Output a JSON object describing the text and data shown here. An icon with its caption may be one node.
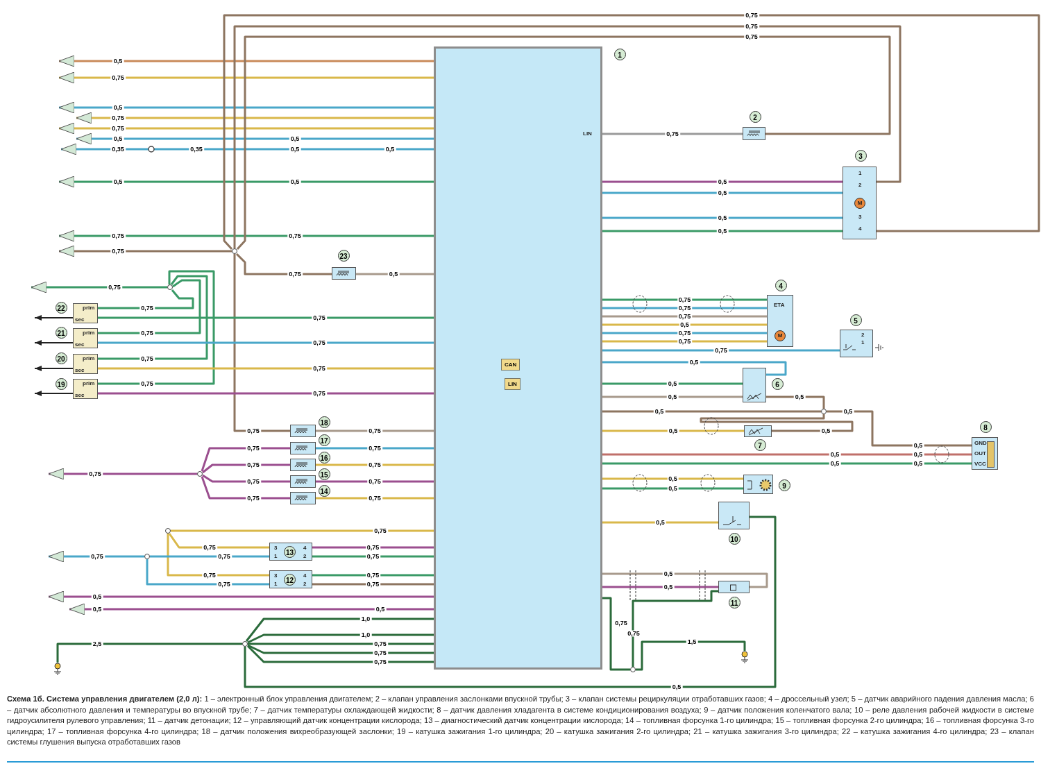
{
  "diagram": {
    "caption": "**Схема 1б. Система управления двигателем (2,0 л):** 1 – электронный блок управления двигателем; 2 – клапан управления заслонками впускной трубы; 3 – клапан системы рециркуляции отработавших газов; 4 – дроссельный узел; 5 – датчик аварийного падения давления масла; 6 – датчик абсолютного давления и температуры во впускной трубе; 7 – датчик температуры охлаждающей жидкости; 8 – датчик давления хладагента в системе кондиционирования воздуха; 9 – датчик положения коленчатого вала; 10 – реле давления рабочей жидкости в системе гидроусилителя рулевого управления; 11 – датчик детонации; 12 – управляющий датчик концентрации кислорода; 13 – диагностический датчик концентрации кислорода; 14 – топливная форсунка 1-го цилиндра; 15 – топливная форсунка 2-го цилиндра; 16 – топливная форсунка 3-го цилиндра; 17 – топливная форсунка 4-го цилиндра; 18 – датчик положения вихреобразующей заслонки; 19 – катушка зажигания 1-го цилиндра; 20 – катушка зажигания 2-го цилиндра; 21 – катушка зажигания 3-го цилиндра; 22 – катушка зажигания 4-го цилиндра; 23 – клапан системы глушения выпуска отработавших газов",
    "nodes": [
      {
        "text": [
          "LIN"
        ],
        "beside": [
          "1"
        ]
      },
      {
        "text": [
          "CAN"
        ],
        "in": 0
      },
      {
        "text": [
          "LIN"
        ],
        "in": 0
      },
      {
        "text": [],
        "shape": "box",
        "beside": [
          "2"
        ]
      },
      {
        "text": [
          "1",
          "2",
          "M",
          "3",
          "4"
        ],
        "beside": [
          "3"
        ]
      },
      {
        "text": [
          "ETA",
          "M"
        ],
        "beside": [
          "4"
        ]
      },
      {
        "text": [
          "2",
          "1"
        ],
        "beside": [
          "5"
        ]
      },
      {
        "text": [],
        "shape": "box",
        "beside": [
          "6"
        ]
      },
      {
        "text": [],
        "shape": "box",
        "beside": [
          "7"
        ]
      },
      {
        "text": [
          "GND",
          "OUT",
          "VCC"
        ],
        "beside": [
          "8"
        ]
      },
      {
        "text": [],
        "shape": "box",
        "beside": [
          "9"
        ]
      },
      {
        "text": [],
        "shape": "box",
        "beside": [
          "10"
        ]
      },
      {
        "text": [],
        "shape": "box",
        "beside": [
          "11"
        ]
      },
      {
        "text": [
          "3",
          "1",
          "12",
          "4",
          "2"
        ]
      },
      {
        "text": [
          "3",
          "1",
          "13",
          "4",
          "2"
        ]
      },
      {
        "text": [],
        "shape": "box",
        "beside": [
          "14"
        ]
      },
      {
        "text": [],
        "shape": "box",
        "beside": [
          "15"
        ]
      },
      {
        "text": [],
        "shape": "box",
        "beside": [
          "16"
        ]
      },
      {
        "text": [],
        "shape": "box",
        "beside": [
          "17"
        ]
      },
      {
        "text": [],
        "shape": "box",
        "beside": [
          "18"
        ]
      },
      {
        "text": [
          "prim",
          "sec"
        ],
        "beside": [
          "19"
        ]
      },
      {
        "text": [
          "prim",
          "sec"
        ],
        "beside": [
          "20"
        ]
      },
      {
        "text": [
          "prim",
          "sec"
        ],
        "beside": [
          "21"
        ]
      },
      {
        "text": [
          "prim",
          "sec"
        ],
        "beside": [
          "22"
        ]
      },
      {
        "text": [],
        "shape": "box",
        "beside": [
          "23"
        ]
      },
      {
        "text": [],
        "shape": "circle"
      },
      {
        "text": [],
        "shape": "circle"
      },
      {
        "text": [],
        "shape": "circle"
      },
      {
        "text": [],
        "shape": "circle"
      },
      {
        "text": [],
        "shape": "circle"
      },
      {
        "text": [],
        "shape": "circle"
      },
      {
        "text": [],
        "shape": "circle"
      },
      {
        "text": [],
        "shape": "circle"
      },
      {
        "text": [],
        "shape": "ground"
      },
      {
        "text": [],
        "shape": "ground"
      }
    ],
    "edges": [
      {
        "from": 0,
        "to": null,
        "arrow": "to",
        "label": "0,5",
        "color": "#c98a5a"
      },
      {
        "from": 0,
        "to": null,
        "arrow": "to",
        "label": "0,75",
        "color": "#d9b84a"
      },
      {
        "from": 0,
        "to": null,
        "arrow": "to",
        "label": "0,5",
        "color": "#4aa7c9"
      },
      {
        "from": 0,
        "to": null,
        "arrow": "to",
        "label": "0,75",
        "color": "#d9b84a"
      },
      {
        "from": 0,
        "to": null,
        "arrow": "to",
        "label": "0,75",
        "color": "#d9b84a"
      },
      {
        "from": 0,
        "to": null,
        "arrow": "to",
        "label": "0,5",
        "color": "#4aa7c9"
      },
      {
        "from": 0,
        "to": null,
        "arrow": "to",
        "label": "0,35",
        "color": "#4aa7c9"
      },
      {
        "from": 0,
        "to": null,
        "arrow": "to",
        "label": "0,5",
        "color": "#3a9a67"
      },
      {
        "from": 0,
        "to": null,
        "arrow": "to",
        "label": "0,75",
        "color": "#3a9a67"
      },
      {
        "from": 25,
        "to": null,
        "arrow": "to",
        "label": "0,75"
      },
      {
        "from": 25,
        "to": 3,
        "arrow": "none",
        "label": "0,75"
      },
      {
        "from": 25,
        "to": 4,
        "arrow": "none",
        "label": "0,75"
      },
      {
        "from": 25,
        "to": 4,
        "arrow": "none",
        "label": "0,75"
      },
      {
        "from": 25,
        "to": 24,
        "arrow": "none",
        "label": "0,75"
      },
      {
        "from": 24,
        "to": 0,
        "arrow": "none",
        "label": "0,5",
        "color": "#a89a8c"
      },
      {
        "from": 25,
        "to": 19,
        "arrow": "none",
        "label": "0,75"
      },
      {
        "from": 0,
        "to": 3,
        "arrow": "none",
        "label": "0,75",
        "color": "#9a9a9a"
      },
      {
        "from": 0,
        "to": 4,
        "arrow": "none",
        "label": "0,5",
        "color": "#9b4f8f"
      },
      {
        "from": 0,
        "to": 4,
        "arrow": "none",
        "label": "0,5",
        "color": "#4aa7c9"
      },
      {
        "from": 0,
        "to": 4,
        "arrow": "none",
        "label": "0,5",
        "color": "#4aa7c9"
      },
      {
        "from": 0,
        "to": 4,
        "arrow": "none",
        "label": "0,5",
        "color": "#3a9a67"
      },
      {
        "from": 0,
        "to": 5,
        "arrow": "none",
        "label": "0,75",
        "color": "#3a9a67"
      },
      {
        "from": 0,
        "to": 5,
        "arrow": "none",
        "label": "0,75",
        "color": "#4aa7c9"
      },
      {
        "from": 0,
        "to": 5,
        "arrow": "none",
        "label": "0,75",
        "color": "#a89a8c"
      },
      {
        "from": 0,
        "to": 5,
        "arrow": "none",
        "label": "0,5",
        "color": "#d9b84a"
      },
      {
        "from": 0,
        "to": 5,
        "arrow": "none",
        "label": "0,75",
        "color": "#4aa7c9"
      },
      {
        "from": 0,
        "to": 5,
        "arrow": "none",
        "label": "0,75",
        "color": "#d9b84a"
      },
      {
        "from": 0,
        "to": 6,
        "arrow": "none",
        "label": "0,75",
        "color": "#4aa7c9"
      },
      {
        "from": 0,
        "to": 7,
        "arrow": "none",
        "label": "0,5",
        "color": "#4aa7c9"
      },
      {
        "from": 0,
        "to": 7,
        "arrow": "none",
        "label": "0,5",
        "color": "#3a9a67"
      },
      {
        "from": 0,
        "to": 7,
        "arrow": "none",
        "label": "0,5",
        "color": "#a89a8c"
      },
      {
        "from": 7,
        "to": 31,
        "arrow": "none",
        "label": "0,5"
      },
      {
        "from": 0,
        "to": 31,
        "arrow": "none",
        "label": "0,5"
      },
      {
        "from": 31,
        "to": 9,
        "arrow": "none",
        "label": "0,5"
      },
      {
        "from": 31,
        "to": 8,
        "arrow": "none",
        "label": "0,5"
      },
      {
        "from": 0,
        "to": 8,
        "arrow": "none",
        "label": "0,5",
        "color": "#d9b84a"
      },
      {
        "from": 0,
        "to": 9,
        "arrow": "none",
        "label": "0,5",
        "color": "#c0706a"
      },
      {
        "from": 0,
        "to": 9,
        "arrow": "none",
        "label": "0,5",
        "color": "#3a9a67"
      },
      {
        "from": 0,
        "to": 10,
        "arrow": "none",
        "label": "0,5",
        "color": "#d9b84a"
      },
      {
        "from": 0,
        "to": 10,
        "arrow": "none",
        "label": "0,5",
        "color": "#3a9a67"
      },
      {
        "from": 0,
        "to": 11,
        "arrow": "none",
        "label": "0,5",
        "color": "#d9b84a"
      },
      {
        "from": 0,
        "to": 12,
        "arrow": "none",
        "label": "0,5",
        "color": "#a89a8c"
      },
      {
        "from": 0,
        "to": 12,
        "arrow": "none",
        "label": "0,5",
        "color": "#9b4f8f"
      },
      {
        "from": 0,
        "to": 32,
        "arrow": "none",
        "label": "0,75",
        "color": "#2b6b3b"
      },
      {
        "from": 32,
        "to": 34,
        "arrow": "none",
        "label": "1,5",
        "color": "#2b6b3b"
      },
      {
        "from": 30,
        "to": 11,
        "arrow": "none",
        "label": "0,5",
        "color": "#2b6b3b"
      },
      {
        "from": 30,
        "to": 33,
        "arrow": "none",
        "label": "2,5",
        "color": "#2b6b3b"
      },
      {
        "from": 0,
        "to": 30,
        "arrow": "none",
        "label": "1,0",
        "color": "#2b6b3b"
      },
      {
        "from": 0,
        "to": 30,
        "arrow": "none",
        "label": "1,0",
        "color": "#2b6b3b"
      },
      {
        "from": 0,
        "to": 30,
        "arrow": "none",
        "label": "0,75",
        "color": "#2b6b3b"
      },
      {
        "from": 0,
        "to": 30,
        "arrow": "none",
        "label": "0,75",
        "color": "#2b6b3b"
      },
      {
        "from": 0,
        "to": 30,
        "arrow": "none",
        "label": "0,75",
        "color": "#2b6b3b"
      },
      {
        "from": 26,
        "to": null,
        "arrow": "to",
        "label": "0,75",
        "color": "#3a9a67"
      },
      {
        "from": 26,
        "to": 23,
        "arrow": "none",
        "label": "0,75",
        "color": "#3a9a67"
      },
      {
        "from": 26,
        "to": 22,
        "arrow": "none",
        "label": "0,75",
        "color": "#3a9a67"
      },
      {
        "from": 26,
        "to": 21,
        "arrow": "none",
        "label": "0,75",
        "color": "#3a9a67"
      },
      {
        "from": 26,
        "to": 20,
        "arrow": "none",
        "label": "0,75",
        "color": "#3a9a67"
      },
      {
        "from": 0,
        "to": 23,
        "arrow": "none",
        "label": "0,75",
        "color": "#3a9a67"
      },
      {
        "from": 0,
        "to": 22,
        "arrow": "none",
        "label": "0,75",
        "color": "#4aa7c9"
      },
      {
        "from": 0,
        "to": 21,
        "arrow": "none",
        "label": "0,75",
        "color": "#d9b84a"
      },
      {
        "from": 0,
        "to": 20,
        "arrow": "none",
        "label": "0,75",
        "color": "#9b4f8f"
      },
      {
        "from": 23,
        "to": null,
        "arrow": "to",
        "color": "#222222"
      },
      {
        "from": 22,
        "to": null,
        "arrow": "to",
        "color": "#222222"
      },
      {
        "from": 21,
        "to": null,
        "arrow": "to",
        "color": "#222222"
      },
      {
        "from": 20,
        "to": null,
        "arrow": "to",
        "color": "#222222"
      },
      {
        "from": 27,
        "to": null,
        "arrow": "to",
        "label": "0,75",
        "color": "#9b4f8f"
      },
      {
        "from": 27,
        "to": 18,
        "arrow": "none",
        "label": "0,75",
        "color": "#9b4f8f"
      },
      {
        "from": 27,
        "to": 17,
        "arrow": "none",
        "label": "0,75",
        "color": "#9b4f8f"
      },
      {
        "from": 27,
        "to": 16,
        "arrow": "none",
        "label": "0,75",
        "color": "#9b4f8f"
      },
      {
        "from": 27,
        "to": 15,
        "arrow": "none",
        "label": "0,75",
        "color": "#9b4f8f"
      },
      {
        "from": 19,
        "to": 0,
        "arrow": "none",
        "label": "0,75",
        "color": "#a89a8c"
      },
      {
        "from": 18,
        "to": 0,
        "arrow": "none",
        "label": "0,75",
        "color": "#4aa7c9"
      },
      {
        "from": 17,
        "to": 0,
        "arrow": "none",
        "label": "0,75",
        "color": "#d9b84a"
      },
      {
        "from": 16,
        "to": 0,
        "arrow": "none",
        "label": "0,75",
        "color": "#9b4f8f"
      },
      {
        "from": 15,
        "to": 0,
        "arrow": "none",
        "label": "0,75",
        "color": "#d9b84a"
      },
      {
        "from": 28,
        "to": 0,
        "arrow": "none",
        "label": "0,75",
        "color": "#d9b84a"
      },
      {
        "from": 28,
        "to": 14,
        "arrow": "none",
        "label": "0,75",
        "color": "#d9b84a"
      },
      {
        "from": 28,
        "to": 13,
        "arrow": "none",
        "label": "0,75",
        "color": "#d9b84a"
      },
      {
        "from": 29,
        "to": null,
        "arrow": "to",
        "label": "0,75",
        "color": "#4aa7c9"
      },
      {
        "from": 29,
        "to": 14,
        "arrow": "none",
        "label": "0,75",
        "color": "#4aa7c9"
      },
      {
        "from": 29,
        "to": 13,
        "arrow": "none",
        "label": "0,75",
        "color": "#4aa7c9"
      },
      {
        "from": 14,
        "to": 0,
        "arrow": "none",
        "label": "0,75",
        "color": "#9b4f8f"
      },
      {
        "from": 14,
        "to": 0,
        "arrow": "none",
        "label": "0,75",
        "color": "#3a9a67"
      },
      {
        "from": 13,
        "to": 0,
        "arrow": "none",
        "label": "0,75",
        "color": "#3a9a67"
      },
      {
        "from": 13,
        "to": 0,
        "arrow": "none",
        "label": "0,75"
      },
      {
        "from": 0,
        "to": null,
        "arrow": "to",
        "label": "0,5",
        "color": "#9b4f8f"
      },
      {
        "from": 0,
        "to": null,
        "arrow": "to",
        "label": "0,5",
        "color": "#9b4f8f"
      },
      {
        "from": 32,
        "to": 12,
        "arrow": "none",
        "label": "0,75",
        "color": "#2b6b3b"
      }
    ],
    "labels": [
      "0,5",
      "0,35",
      "0,5",
      "0,5",
      "0,5",
      "0,75",
      "0,5",
      "0,5",
      "0,5",
      "0,5"
    ]
  }
}
